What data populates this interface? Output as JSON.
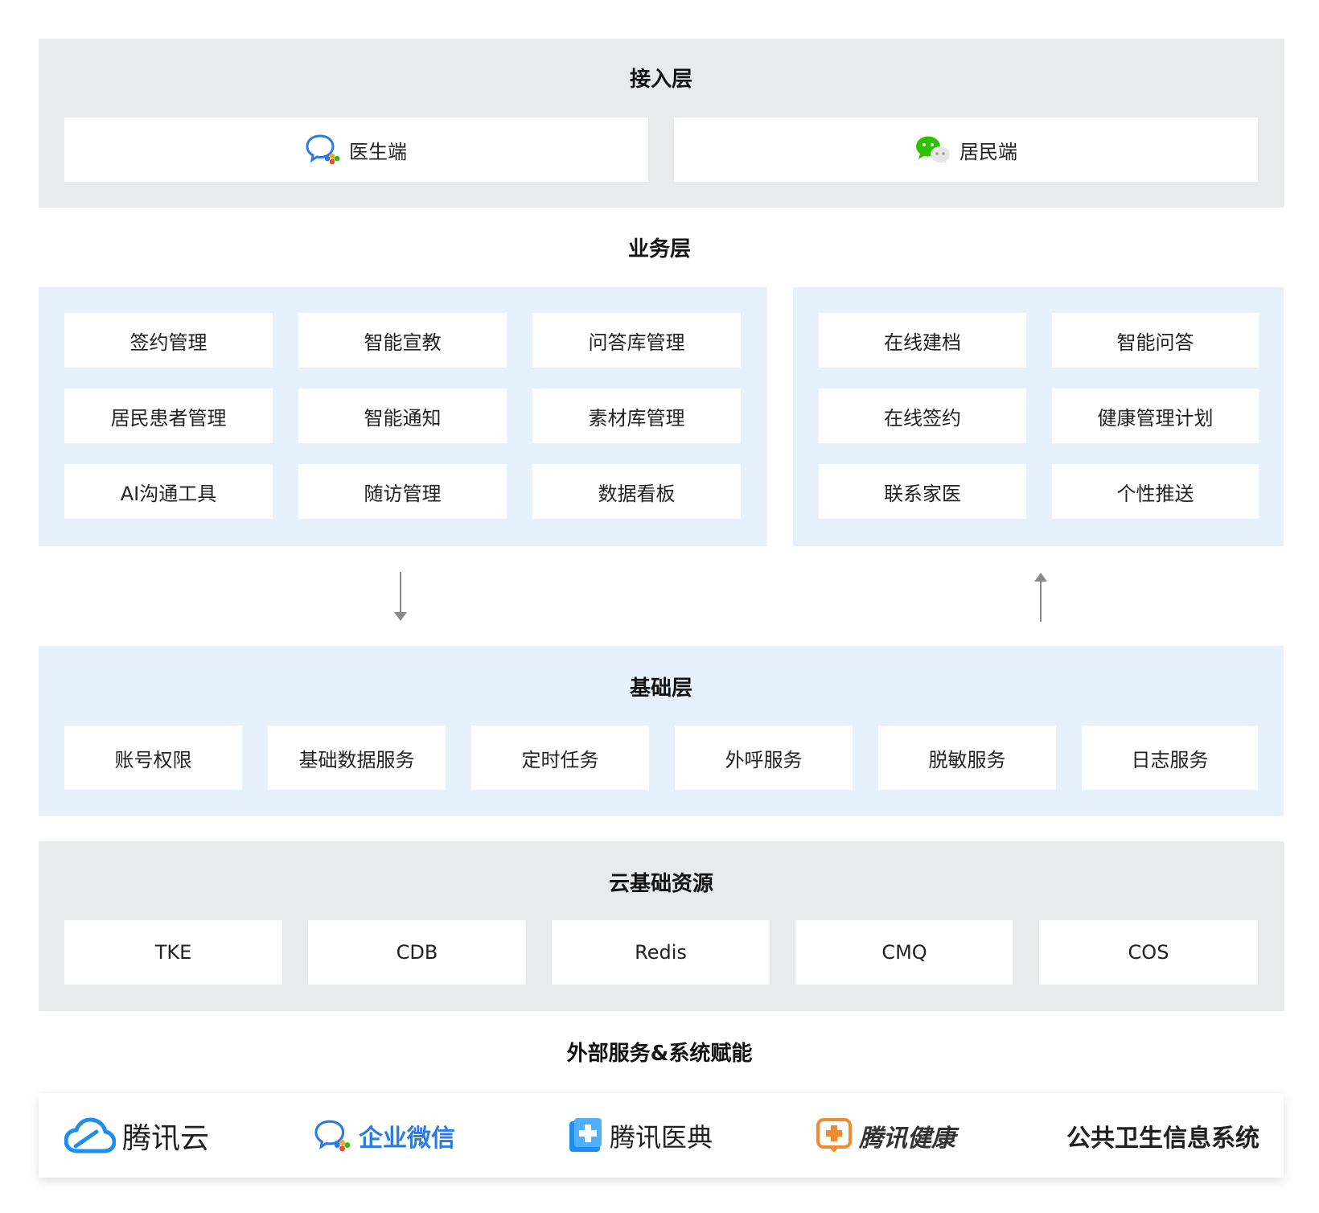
{
  "access_layer": {
    "title": "接入层",
    "items": [
      {
        "label": "医生端",
        "icon": "wecom-icon"
      },
      {
        "label": "居民端",
        "icon": "wechat-icon"
      }
    ]
  },
  "business_layer": {
    "title": "业务层",
    "doctor_modules": [
      "签约管理",
      "智能宣教",
      "问答库管理",
      "居民患者管理",
      "智能通知",
      "素材库管理",
      "AI沟通工具",
      "随访管理",
      "数据看板"
    ],
    "resident_modules": [
      "在线建档",
      "智能问答",
      "在线签约",
      "健康管理计划",
      "联系家医",
      "个性推送"
    ]
  },
  "foundation_layer": {
    "title": "基础层",
    "items": [
      "账号权限",
      "基础数据服务",
      "定时任务",
      "外呼服务",
      "脱敏服务",
      "日志服务"
    ]
  },
  "cloud_resources": {
    "title": "云基础资源",
    "items": [
      "TKE",
      "CDB",
      "Redis",
      "CMQ",
      "COS"
    ]
  },
  "external_services": {
    "title": "外部服务&系统赋能",
    "logos": [
      {
        "label": "腾讯云",
        "icon": "tencent-cloud-icon",
        "color": "#1f1f1f"
      },
      {
        "label": "企业微信",
        "icon": "wecom-icon",
        "color": "#2b7be4"
      },
      {
        "label": "腾讯医典",
        "icon": "tencent-yidian-icon",
        "color": "#1f1f1f"
      },
      {
        "label": "腾讯健康",
        "icon": "tencent-health-icon",
        "color": "#333333"
      },
      {
        "label": "公共卫生信息系统",
        "icon": "",
        "color": "#1f1f1f"
      }
    ]
  },
  "colors": {
    "gray_panel": "#e9eaec",
    "blue_panel": "#e7f1fd",
    "arrow": "#8a8a8a",
    "brand_blue": "#2b7be4",
    "wechat_green": "#2dc100",
    "health_orange": "#f08c2e"
  }
}
